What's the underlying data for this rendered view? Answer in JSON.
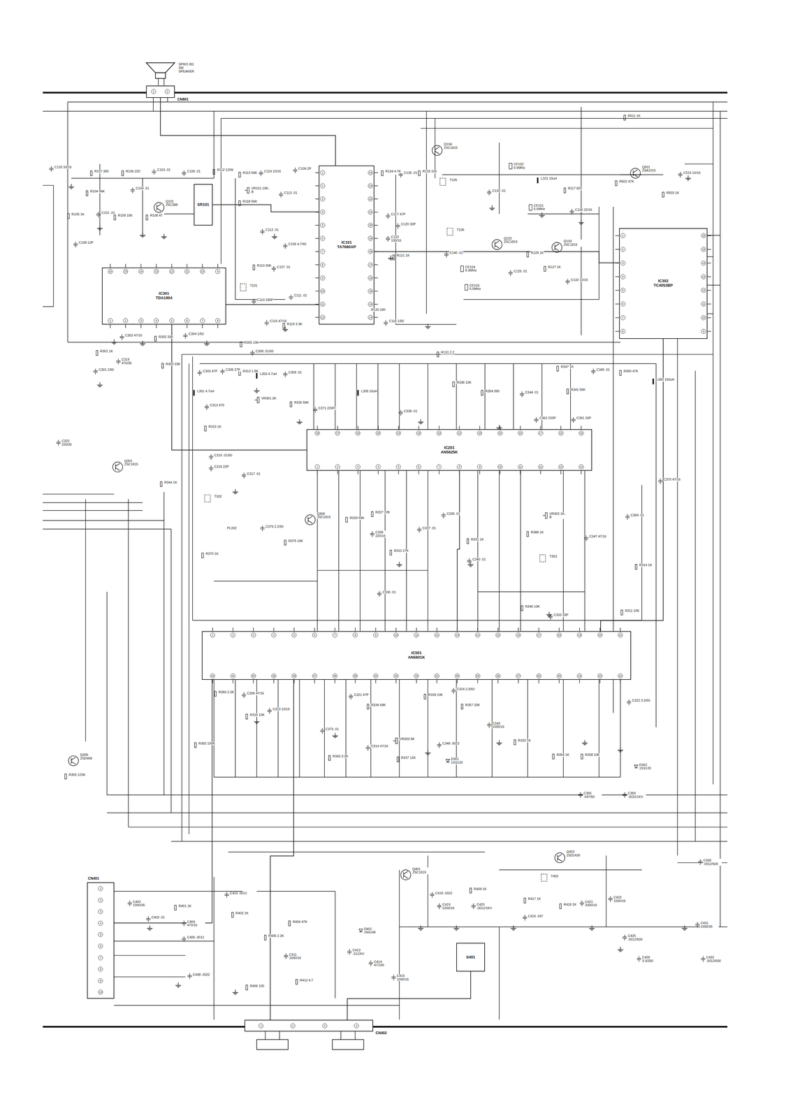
{
  "diagram": {
    "nodes": [
      {
        "text": [
          "CN601",
          "1",
          "2"
        ]
      },
      {
        "text": [
          "IC101",
          "TA7680AP",
          "1",
          "2",
          "3",
          "4",
          "5",
          "6",
          "7",
          "8",
          "9",
          "10",
          "11",
          "12",
          "13",
          "14",
          "15",
          "16",
          "17",
          "18",
          "19",
          "20",
          "21",
          "22",
          "23",
          "24"
        ]
      },
      {
        "text": [
          "SR101"
        ]
      },
      {
        "text": [
          "IC302",
          "TC4053BP",
          "1",
          "2",
          "3",
          "4",
          "5",
          "6",
          "7",
          "8",
          "9",
          "10",
          "11",
          "12",
          "13",
          "14",
          "15",
          "16"
        ]
      },
      {
        "text": [
          "IC301",
          "TDA1904",
          "1",
          "2",
          "3",
          "4",
          "5",
          "6",
          "7",
          "8",
          "9",
          "10",
          "11",
          "12",
          "13",
          "14",
          "15",
          "16"
        ]
      },
      {
        "text": [
          "IC201",
          "AN5625K",
          "1",
          "2",
          "3",
          "4",
          "5",
          "6",
          "7",
          "8",
          "9",
          "10",
          "11",
          "12",
          "13",
          "14",
          "15",
          "16",
          "17",
          "18",
          "19",
          "20",
          "21",
          "22",
          "23",
          "24",
          "25",
          "26",
          "27",
          "28"
        ]
      },
      {
        "text": [
          "IC501",
          "AN5601K",
          "1",
          "2",
          "3",
          "4",
          "5",
          "6",
          "7",
          "8",
          "9",
          "10",
          "11",
          "12",
          "13",
          "14",
          "15",
          "16",
          "17",
          "18",
          "19",
          "20",
          "21",
          "22",
          "23",
          "24",
          "25",
          "26",
          "27",
          "28",
          "29",
          "30",
          "31",
          "32",
          "33",
          "34",
          "35",
          "36",
          "37",
          "38",
          "39",
          "40",
          "41",
          "42"
        ]
      },
      {
        "text": [
          "CN401",
          "1",
          "2",
          "3",
          "4",
          "5",
          "6",
          "7",
          "8",
          "9",
          "10"
        ]
      },
      {
        "text": [
          "S401"
        ]
      },
      {
        "text": [
          "CN402",
          "1",
          "2",
          "3",
          "4"
        ]
      }
    ],
    "edges": [
      {
        "from": 0,
        "to": 1,
        "arrow": "none"
      },
      {
        "from": 2,
        "to": 1,
        "arrow": "none"
      },
      {
        "from": 1,
        "to": 4,
        "arrow": "none"
      },
      {
        "from": 1,
        "to": 3,
        "arrow": "none"
      },
      {
        "from": 4,
        "to": 5,
        "arrow": "none"
      },
      {
        "from": 5,
        "to": 6,
        "arrow": "none"
      },
      {
        "from": 3,
        "to": 6,
        "arrow": "none"
      },
      {
        "from": 6,
        "to": 7,
        "arrow": "none"
      },
      {
        "from": 6,
        "to": 9,
        "arrow": "none"
      },
      {
        "from": 8,
        "to": 9,
        "arrow": "none"
      }
    ],
    "labels": [
      "SP601 8Ω 3W SPEAKER",
      "C120 33/16",
      "R107 390",
      "R106 220",
      "C103 .01",
      "C106 .01",
      "R112 1/2W",
      "R113 56K",
      "C114 10/16",
      "C109 2P",
      "R104 56K",
      "C104 .01",
      "Q101 2SC388",
      "C101 .01",
      "R105 1K",
      "R109 15K",
      "R108 47",
      "C108 12P",
      "VR101 10K-B",
      "R118 56K",
      "C113 .01",
      "C112 .01",
      "C105 4.7/50",
      "R110 30K",
      "C107 .01",
      "T101",
      "C110 330P",
      "C111 .01",
      "C115 47/16",
      "R119 3.3K",
      "C116 1/50",
      "Q104 2SC1815",
      "R134 4.7K",
      "C135 .01",
      "R133 100",
      "C117 47P",
      "C120 33P",
      "C122 100/16",
      "R121 1K",
      "T105",
      "T106",
      "C133 .01",
      "CF102 6.5MHz",
      "L101 10uH",
      "R117 820",
      "CF101 5.5MHz",
      "C136 22/16",
      "Q102 2SC1815",
      "Q103 2SC1815",
      "R128 1K",
      "C125 .01",
      "R127 1K",
      "C132 10/16",
      "C140 .01",
      "CF104 6.5MHz",
      "CF103 5.5MHz",
      "R120 330",
      "Q501 2SA1015",
      "R511 1K",
      "C515 10/16",
      "R502 47K",
      "R503 1K",
      "C302 47/16",
      "R302 33K",
      "C304 1/50",
      "R301 1K",
      "C319 470/35",
      "C301 1/50",
      "R303 33K",
      "R305 10K",
      "C308 .01/50",
      "R131 2.2",
      "C303 47P",
      "C306 27P",
      "R313 1.8K",
      "L303 4.7uH",
      "C309 .01",
      "L301 4.7uH",
      "C313 470",
      "R315 1K",
      "VR301 2K",
      "R326 56K",
      "C371 220P",
      "L305 10uH",
      "C338 .01",
      "R336 10K",
      "R354 390",
      "C344 .01",
      "R341 56K",
      "R347 1K",
      "C345 .01",
      "R360 47K",
      "L360 150uH",
      "C362 220P",
      "C361 33P",
      "C322 220/35",
      "Q301 2SC1815",
      "R344 1K",
      "C315 .01/50",
      "C316 22P",
      "C317 .01",
      "T302",
      "PL332",
      "R370 1K",
      "C376 2.2/50",
      "R375 10K",
      "Q306 2SC1815",
      "R329 56K",
      "R327 22K",
      "C336 220/16",
      "R310 27K",
      "C337 .01",
      "C335 .01",
      "R331 1K",
      "C340 .01",
      "VR302 1K-B",
      "R388 1K",
      "C347 47/16",
      "T303",
      "R314 1K",
      "C369 .01",
      "C370 47/16",
      "R346 10K",
      "C333 33P",
      "R311 10K",
      "C330 .01",
      "R392 100K",
      "R360 2.2K",
      "C305 47/16",
      "R316 10K",
      "C313 10/16",
      "C373 .01",
      "R343 3.3K",
      "C321 47P",
      "R334 68K",
      "C314 47/16",
      "VR303 5K",
      "R337 12K",
      "R339 10K",
      "C348 .0022",
      "D301 1SS133",
      "C324 3.3/50",
      "R357 33K",
      "C343 1000/16",
      "R333 1K",
      "R354 1K",
      "R338 10K",
      "C322 3.3/50",
      "D302 1SS133",
      "C355 .047/50",
      "C359 .0022/1KV",
      "Q305 2SD468",
      "R305 1/2W",
      "C402 1000/35",
      "C403 .01",
      "R401 1K",
      "C404 470/16",
      "C406 .0012",
      "C408 .0022",
      "R402 1K",
      "C410 .0012",
      "R404 47K",
      "R405 2.2K",
      "C411 1000/16",
      "R406 100",
      "R412 4.7",
      "C413 .01/1KV",
      "C414 47/160",
      "C415 1000/16",
      "D401 1N4148",
      "Q401 2SC1815",
      "C418 .0022",
      "C419 2200/16",
      "R409 1K",
      "C420 .0012/1KV",
      "T402",
      "Q402 2SD1426",
      "R417 1K",
      "C416 .047",
      "R418 1K",
      "C421 3300/16",
      "C423 1000/16",
      "C425 .0012/500",
      "C426 3.3/250",
      "C430 .0012/500",
      "C431 1000/35",
      "C432 .0012/500"
    ]
  }
}
